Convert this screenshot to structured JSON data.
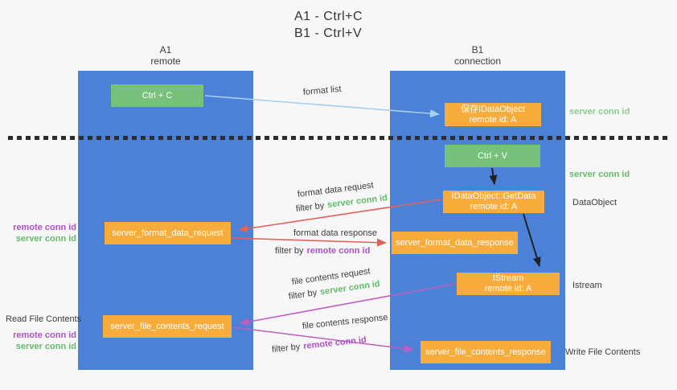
{
  "title": {
    "line1": "A1 - Ctrl+C",
    "line2": "B1 - Ctrl+V"
  },
  "lifelines": {
    "left": {
      "title": "A1",
      "subtitle": "remote"
    },
    "right": {
      "title": "B1",
      "subtitle": "connection"
    }
  },
  "nodes": {
    "ctrl_c": "Ctrl + C",
    "ctrl_v": "Ctrl + V",
    "save_idataobject_line1": "保存IDataObject",
    "save_idataobject_line2": "remote id: A",
    "getdata_line1": "IDataObject::GetData",
    "getdata_line2": "remote id: A",
    "istream_line1": "IStream",
    "istream_line2": "remote id: A",
    "server_format_data_request": "server_format_data_request",
    "server_format_data_response": "server_format_data_response",
    "server_file_contents_request": "server_file_contents_request",
    "server_file_contents_response": "server_file_contents_response"
  },
  "labels": {
    "format_list": "format list",
    "format_data_request": "format data request",
    "format_data_response": "format data response",
    "file_contents_request": "file contents request",
    "file_contents_response": "file contents response",
    "filter_by": "filter by",
    "server_conn_id": "server conn id",
    "remote_conn_id": "remote conn id"
  },
  "side_labels": {
    "server_conn_id_top": "server conn id",
    "server_conn_id_mid": "server conn id",
    "dataobject": "DataObject",
    "istream": "Istream",
    "write_file_contents": "Write File Contents",
    "read_file_contents": "Read File Contents",
    "remote_conn_id": "remote conn id",
    "server_conn_id": "server conn id"
  },
  "colors": {
    "lifeline_blue": "#4B82D7",
    "box_orange": "#F8AC3C",
    "box_green": "#77C27B",
    "arrow_blue": "#A9CFED",
    "arrow_red": "#E2615C",
    "arrow_magenta": "#BE5EC1",
    "arrow_black": "#212121",
    "green_text": "#64BB68",
    "purple_text": "#AC52C6"
  }
}
